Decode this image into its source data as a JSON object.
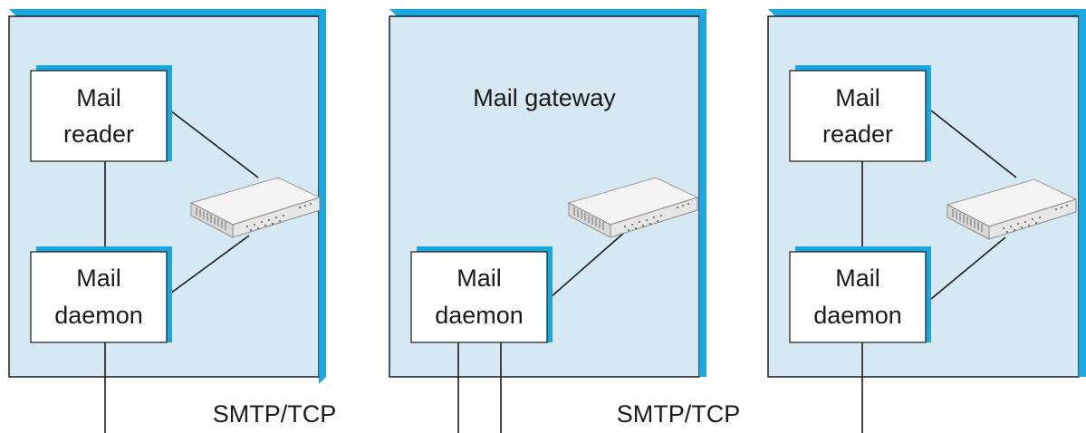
{
  "left_host": {
    "reader_line1": "Mail",
    "reader_line2": "reader",
    "daemon_line1": "Mail",
    "daemon_line2": "daemon"
  },
  "gateway": {
    "title": "Mail gateway",
    "daemon_line1": "Mail",
    "daemon_line2": "daemon"
  },
  "right_host": {
    "reader_line1": "Mail",
    "reader_line2": "reader",
    "daemon_line1": "Mail",
    "daemon_line2": "daemon"
  },
  "links": {
    "left_protocol": "SMTP/TCP",
    "right_protocol": "SMTP/TCP"
  },
  "icons": [
    "network-device-icon"
  ]
}
